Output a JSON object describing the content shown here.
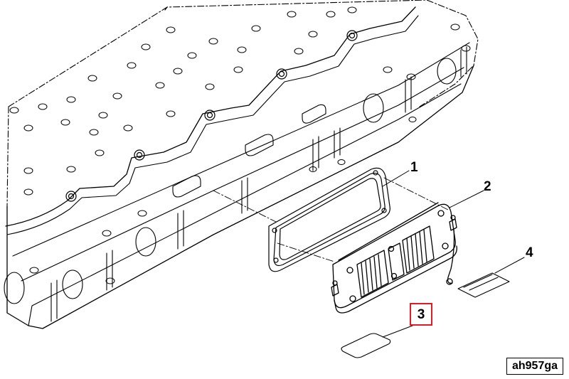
{
  "callouts": {
    "c1": "1",
    "c2": "2",
    "c3": "3",
    "c4": "4"
  },
  "reference_code": "ah957ga",
  "colors": {
    "line": "#000000",
    "highlight": "#e01b24",
    "background": "#ffffff"
  }
}
